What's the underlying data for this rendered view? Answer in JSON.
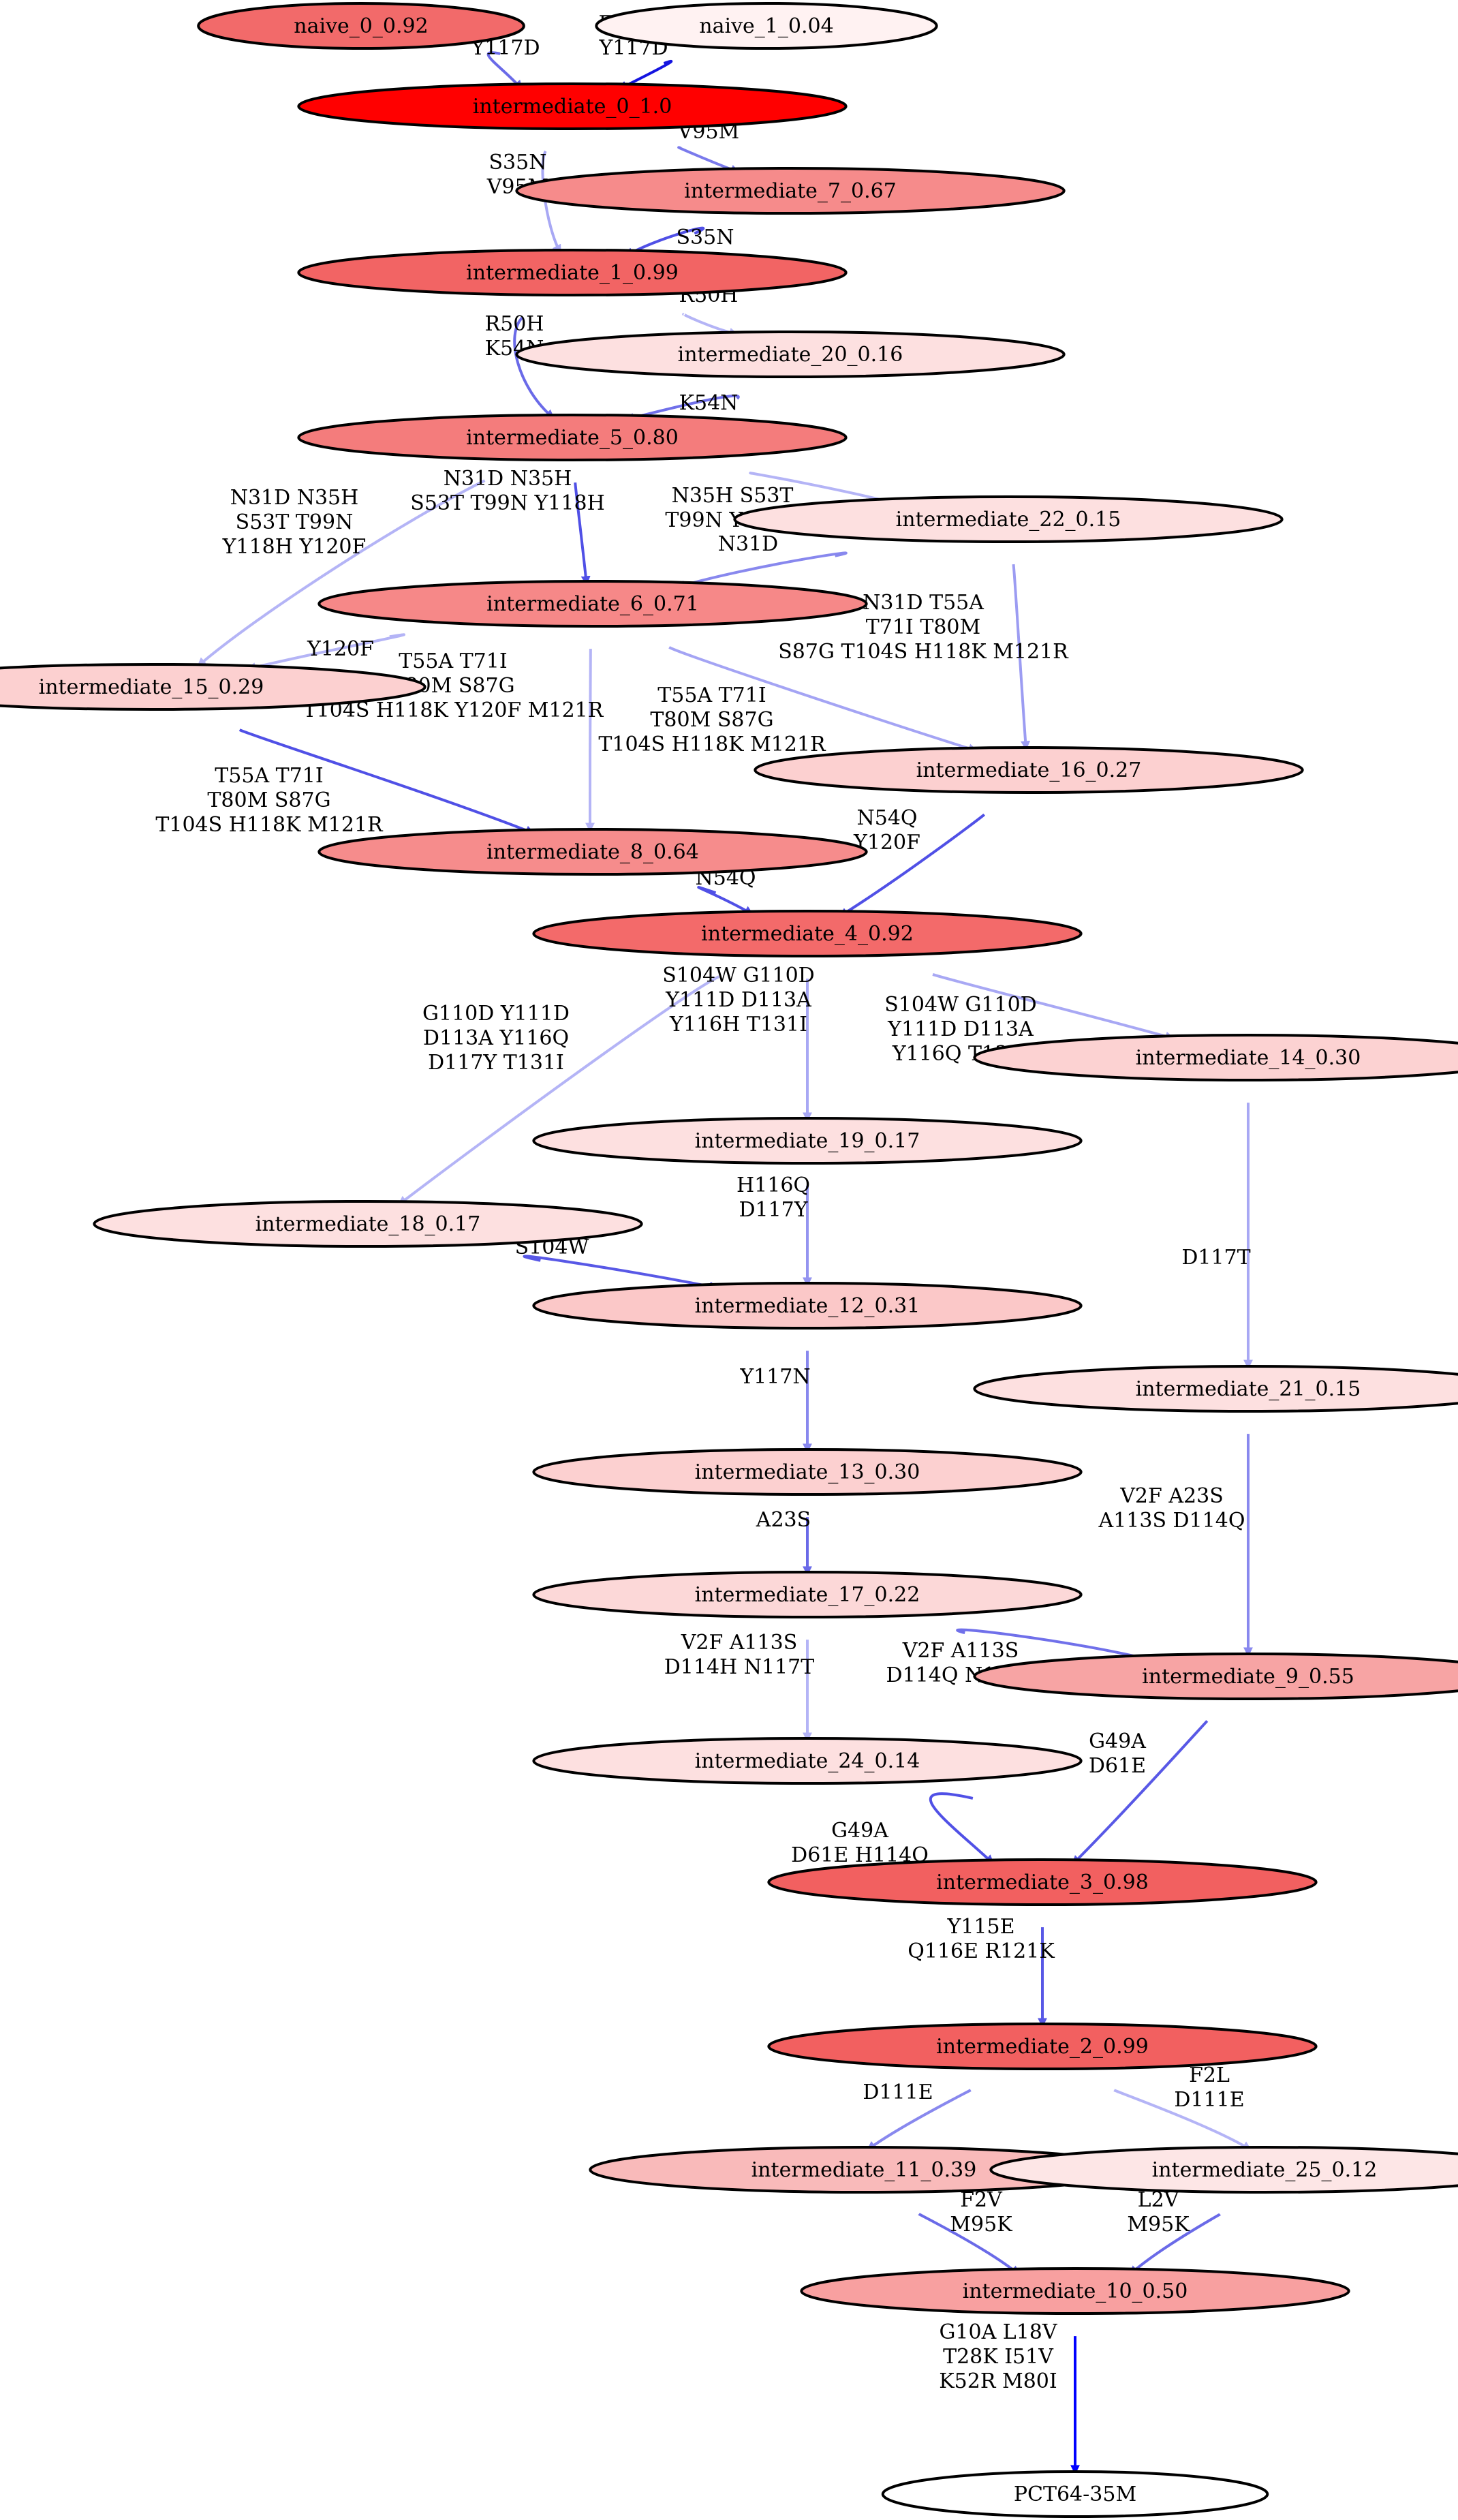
{
  "nodes": [
    {
      "id": "naive_0",
      "label": "naive_0_0.92",
      "fill": "#f26a6a"
    },
    {
      "id": "naive_1",
      "label": "naive_1_0.04",
      "fill": "#fff2f2"
    },
    {
      "id": "intermediate_0",
      "label": "intermediate_0_1.0",
      "fill": "#ff0000"
    },
    {
      "id": "intermediate_7",
      "label": "intermediate_7_0.67",
      "fill": "#f68b8b"
    },
    {
      "id": "intermediate_1",
      "label": "intermediate_1_0.99",
      "fill": "#f26464"
    },
    {
      "id": "intermediate_20",
      "label": "intermediate_20_0.16",
      "fill": "#fde0e0"
    },
    {
      "id": "intermediate_5",
      "label": "intermediate_5_0.80",
      "fill": "#f47c7c"
    },
    {
      "id": "intermediate_22",
      "label": "intermediate_22_0.15",
      "fill": "#fde0e0"
    },
    {
      "id": "intermediate_6",
      "label": "intermediate_6_0.71",
      "fill": "#f68888"
    },
    {
      "id": "intermediate_15",
      "label": "intermediate_15_0.29",
      "fill": "#fcd0d0"
    },
    {
      "id": "intermediate_16",
      "label": "intermediate_16_0.27",
      "fill": "#fcd0d0"
    },
    {
      "id": "intermediate_8",
      "label": "intermediate_8_0.64",
      "fill": "#f68c8c"
    },
    {
      "id": "intermediate_4",
      "label": "intermediate_4_0.92",
      "fill": "#f36a6a"
    },
    {
      "id": "intermediate_14",
      "label": "intermediate_14_0.30",
      "fill": "#fcd2d2"
    },
    {
      "id": "intermediate_19",
      "label": "intermediate_19_0.17",
      "fill": "#fde0e0"
    },
    {
      "id": "intermediate_18",
      "label": "intermediate_18_0.17",
      "fill": "#fde0e0"
    },
    {
      "id": "intermediate_12",
      "label": "intermediate_12_0.31",
      "fill": "#fbc8c8"
    },
    {
      "id": "intermediate_21",
      "label": "intermediate_21_0.15",
      "fill": "#fde0e0"
    },
    {
      "id": "intermediate_13",
      "label": "intermediate_13_0.30",
      "fill": "#fcd0d0"
    },
    {
      "id": "intermediate_17",
      "label": "intermediate_17_0.22",
      "fill": "#fcd8d8"
    },
    {
      "id": "intermediate_9",
      "label": "intermediate_9_0.55",
      "fill": "#f7a4a4"
    },
    {
      "id": "intermediate_24",
      "label": "intermediate_24_0.14",
      "fill": "#fde0e0"
    },
    {
      "id": "intermediate_3",
      "label": "intermediate_3_0.98",
      "fill": "#f26060"
    },
    {
      "id": "intermediate_2",
      "label": "intermediate_2_0.99",
      "fill": "#f26060"
    },
    {
      "id": "intermediate_11",
      "label": "intermediate_11_0.39",
      "fill": "#f9baba"
    },
    {
      "id": "intermediate_25",
      "label": "intermediate_25_0.12",
      "fill": "#fde6e6"
    },
    {
      "id": "intermediate_10",
      "label": "intermediate_10_0.50",
      "fill": "#f8a0a0"
    },
    {
      "id": "PCT64",
      "label": "PCT64-35M",
      "fill": "#ffffff"
    }
  ],
  "edges": [
    {
      "from": "naive_0",
      "to": "intermediate_0",
      "lines": [
        "Y117D"
      ],
      "color": "#6a6ae8"
    },
    {
      "from": "naive_1",
      "to": "intermediate_0",
      "lines": [
        "E101G",
        "Y117D"
      ],
      "color": "#1414e0"
    },
    {
      "from": "intermediate_0",
      "to": "intermediate_1",
      "lines": [
        "S35N",
        "V95M"
      ],
      "color": "#a8a8f4"
    },
    {
      "from": "intermediate_0",
      "to": "intermediate_7",
      "lines": [
        "V95M"
      ],
      "color": "#7a7aec"
    },
    {
      "from": "intermediate_7",
      "to": "intermediate_1",
      "lines": [
        "S35N"
      ],
      "color": "#5050e6"
    },
    {
      "from": "intermediate_1",
      "to": "intermediate_5",
      "lines": [
        "R50H",
        "K54N"
      ],
      "color": "#6a6ae8"
    },
    {
      "from": "intermediate_1",
      "to": "intermediate_20",
      "lines": [
        "R50H"
      ],
      "color": "#b4b4f6"
    },
    {
      "from": "intermediate_20",
      "to": "intermediate_5",
      "lines": [
        "K54N"
      ],
      "color": "#7070ea"
    },
    {
      "from": "intermediate_5",
      "to": "intermediate_15",
      "lines": [
        "N31D N35H",
        "S53T T99N",
        "Y118H Y120F"
      ],
      "color": "#b4b4f6"
    },
    {
      "from": "intermediate_5",
      "to": "intermediate_6",
      "lines": [
        "N31D N35H",
        "S53T T99N Y118H"
      ],
      "color": "#5050e6"
    },
    {
      "from": "intermediate_5",
      "to": "intermediate_22",
      "lines": [
        "N35H S53T",
        "T99N Y118H"
      ],
      "color": "#b4b4f6"
    },
    {
      "from": "intermediate_22",
      "to": "intermediate_6",
      "lines": [
        "N31D"
      ],
      "color": "#8888ee"
    },
    {
      "from": "intermediate_22",
      "to": "intermediate_16",
      "lines": [
        "N31D T55A",
        "T71I T80M",
        "S87G T104S H118K M121R"
      ],
      "color": "#9c9cf2"
    },
    {
      "from": "intermediate_6",
      "to": "intermediate_15",
      "lines": [
        "Y120F"
      ],
      "color": "#b4b4f6"
    },
    {
      "from": "intermediate_6",
      "to": "intermediate_8",
      "lines": [
        "T55A T71I",
        "T80M S87G",
        "T104S H118K Y120F M121R"
      ],
      "color": "#b4b4f6"
    },
    {
      "from": "intermediate_6",
      "to": "intermediate_16",
      "lines": [
        "T55A T71I",
        "T80M S87G",
        "T104S H118K M121R"
      ],
      "color": "#a4a4f4"
    },
    {
      "from": "intermediate_15",
      "to": "intermediate_8",
      "lines": [
        "T55A T71I",
        "T80M S87G",
        "T104S H118K M121R"
      ],
      "color": "#5050e6"
    },
    {
      "from": "intermediate_8",
      "to": "intermediate_4",
      "lines": [
        "N54Q"
      ],
      "color": "#5050e6"
    },
    {
      "from": "intermediate_16",
      "to": "intermediate_4",
      "lines": [
        "N54Q",
        "Y120F"
      ],
      "color": "#5050e6"
    },
    {
      "from": "intermediate_4",
      "to": "intermediate_18",
      "lines": [
        "G110D Y111D",
        "D113A Y116Q",
        "D117Y T131I"
      ],
      "color": "#b4b4f6"
    },
    {
      "from": "intermediate_4",
      "to": "intermediate_19",
      "lines": [
        "S104W G110D",
        "Y111D D113A",
        "Y116H T131I"
      ],
      "color": "#a8a8f4"
    },
    {
      "from": "intermediate_4",
      "to": "intermediate_14",
      "lines": [
        "S104W G110D",
        "Y111D D113A",
        "Y116Q T131I"
      ],
      "color": "#a8a8f4"
    },
    {
      "from": "intermediate_19",
      "to": "intermediate_12",
      "lines": [
        "H116Q",
        "D117Y"
      ],
      "color": "#9494f0"
    },
    {
      "from": "intermediate_18",
      "to": "intermediate_12",
      "lines": [
        "S104W"
      ],
      "color": "#5858e6"
    },
    {
      "from": "intermediate_14",
      "to": "intermediate_21",
      "lines": [
        "D117T"
      ],
      "color": "#a8a8f4"
    },
    {
      "from": "intermediate_12",
      "to": "intermediate_13",
      "lines": [
        "Y117N"
      ],
      "color": "#8888ee"
    },
    {
      "from": "intermediate_13",
      "to": "intermediate_17",
      "lines": [
        "A23S"
      ],
      "color": "#6a6ae8"
    },
    {
      "from": "intermediate_21",
      "to": "intermediate_9",
      "lines": [
        "V2F A23S",
        "A113S D114Q"
      ],
      "color": "#8888ee"
    },
    {
      "from": "intermediate_17",
      "to": "intermediate_24",
      "lines": [
        "V2F A113S",
        "D114H N117T"
      ],
      "color": "#b4b4f6"
    },
    {
      "from": "intermediate_17",
      "to": "intermediate_9",
      "lines": [
        "V2F A113S",
        "D114Q N117T"
      ],
      "color": "#7070ea"
    },
    {
      "from": "intermediate_24",
      "to": "intermediate_3",
      "lines": [
        "G49A",
        "D61E H114Q"
      ],
      "color": "#5050e6"
    },
    {
      "from": "intermediate_9",
      "to": "intermediate_3",
      "lines": [
        "G49A",
        "D61E"
      ],
      "color": "#5858e6"
    },
    {
      "from": "intermediate_3",
      "to": "intermediate_2",
      "lines": [
        "Y115E",
        "Q116E R121K"
      ],
      "color": "#5858e6"
    },
    {
      "from": "intermediate_2",
      "to": "intermediate_11",
      "lines": [
        "D111E"
      ],
      "color": "#8888ee"
    },
    {
      "from": "intermediate_2",
      "to": "intermediate_25",
      "lines": [
        "F2L",
        "D111E"
      ],
      "color": "#b4b4f6"
    },
    {
      "from": "intermediate_11",
      "to": "intermediate_10",
      "lines": [
        "F2V",
        "M95K"
      ],
      "color": "#6a6ae8"
    },
    {
      "from": "intermediate_25",
      "to": "intermediate_10",
      "lines": [
        "L2V",
        "M95K"
      ],
      "color": "#6a6ae8"
    },
    {
      "from": "intermediate_10",
      "to": "PCT64",
      "lines": [
        "G10A L18V",
        "T28K I51V",
        "K52R M80I"
      ],
      "color": "#0000ff"
    }
  ]
}
